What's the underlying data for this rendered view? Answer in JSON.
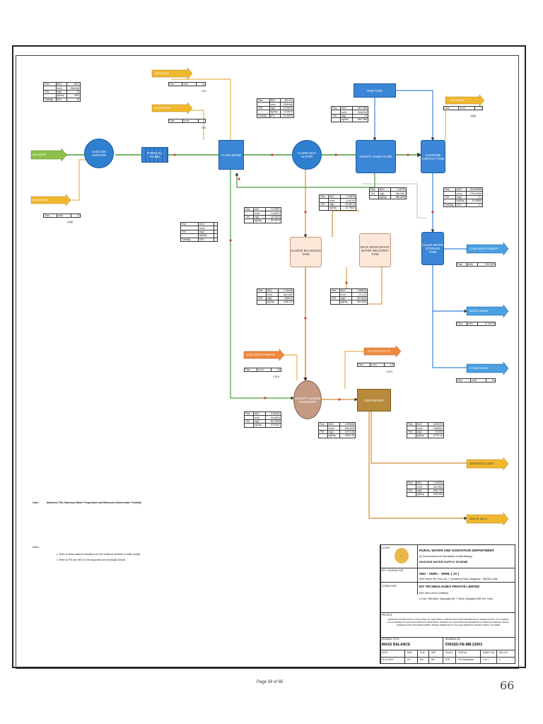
{
  "nodes": {
    "cascade_aerator": "CASCADE AERATOR",
    "parshall_flume": "PARSHALL FLUME",
    "flash_mixer": "FLASH MIXER",
    "clariflocculator": "CLARIFLOCC ULATOR",
    "gravity_sand_filter": "GRAVITY SAND FILTER",
    "chlorine_contact_tank": "CHLORINE CONTACT TANK",
    "clear_water_storage_tank": "CLEAR WATER STORAGE TANK",
    "sludge_balancing_tank": "SLUDGE BALANCING TANK",
    "back_wash_tank": "BACK WASH WASTE WATER RECOVERY TANK",
    "gravity_sludge_thickener": "GRAVITY SLUDGE THICKENER",
    "centrifuge": "CENTRIFUGE",
    "raw_tank": "RAW TANK"
  },
  "arrows": {
    "lime_dosing": "LIME DOSING",
    "alum_dosing_top": "ALUM DOSING",
    "raw_water": "RAW WATER",
    "alum_dosing_left": "ALUM DOSING",
    "cl2_dosing": "CL2 DOSING",
    "clear_water_transfer": "CLEAR WATER TRANSFER",
    "service_water": "SERVICE WATER",
    "potable_water": "POTABLE WATER",
    "clear_water_transfer_2": "CLEAR WATER TRANSFER",
    "poly_electrolyte": "POLY ELECTROLYTE",
    "dewatered_sludge": "DEWATERED SLUDGE",
    "near_by_nalla": "NEAR BY NALLA"
  },
  "tables": {
    "raw_in": [
      [
        "Flow",
        "MLD",
        "180.5"
      ],
      [
        "",
        "m³/hr",
        "7266.966"
      ],
      [
        "TSS",
        "mg/L",
        "10"
      ],
      [
        "",
        "kg/Day",
        "4000"
      ],
      [
        "Turbidity",
        "NTU",
        "40"
      ]
    ],
    "lime": [
      [
        "Flow",
        "m³/hr",
        "44"
      ]
    ],
    "lime_pct": "10%",
    "alum_top": [
      [
        "Flow",
        "m³/hr",
        "5"
      ]
    ],
    "alum_top_pct": "10%",
    "alum_left": [
      [
        "Flow",
        "m³/hr",
        "12"
      ]
    ],
    "alum_left_unit": "(mg/l)",
    "after_mixer": [
      [
        "Flow",
        "MLD",
        "184.781"
      ],
      [
        "",
        "m³/hr",
        "7698.868"
      ],
      [
        "TSS",
        "mg/L",
        "67.06076"
      ],
      [
        "",
        "kg/Day",
        "11136.46"
      ],
      [
        "Turbidity",
        "NTU",
        "41.06976"
      ]
    ],
    "after_clari": [
      [
        "Flow",
        "MLD",
        "182.7589"
      ],
      [
        "",
        "m³/hr",
        "7648.994"
      ],
      [
        "TSS",
        "mg/L",
        "10"
      ],
      [
        "",
        "kg/Day",
        "1857.688"
      ]
    ],
    "cl2": [
      [
        "Flow",
        "m³/hr",
        "7"
      ]
    ],
    "cl2_unit": "(mg/l)",
    "filter_back": [
      [
        "Flow",
        "MLD",
        "3.46792"
      ],
      [
        "TSS",
        "mg/L",
        "285.0087"
      ],
      [
        "",
        "kg/Day",
        "988.3699"
      ]
    ],
    "clear_out": [
      [
        "Flow",
        "MLD",
        "156.380838"
      ],
      [
        "",
        "m³/hr",
        "7195.02098"
      ],
      [
        "TSS",
        "mg/L",
        "0.1"
      ],
      [
        "",
        "kg/Day",
        "15.63808"
      ],
      [
        "Turbidity",
        "NTU",
        "0.1"
      ]
    ],
    "recycle_mid": [
      [
        "Flow",
        "MLD",
        "0.25676"
      ],
      [
        "",
        "m³/hr",
        "11.67023"
      ],
      [
        "TSS",
        "mg/L",
        "57.55772"
      ],
      [
        "",
        "kg/Day",
        "14.79302"
      ]
    ],
    "sludge_to_mixer": [
      [
        "Flow",
        "MLD",
        "0.279087"
      ],
      [
        "",
        "m³/hr",
        "11.60007"
      ],
      [
        "TSS",
        "mg/L",
        "142.5493"
      ],
      [
        "",
        "kg/Day",
        "39.73073"
      ]
    ],
    "empty_mid": [
      [
        "Flow",
        "MLD",
        ""
      ],
      [
        "",
        "m³/hr",
        ""
      ],
      [
        "TSS",
        "mg/L",
        ""
      ],
      [
        "",
        "kg/Day",
        ""
      ],
      [
        "Turbidity",
        "NTU",
        ""
      ]
    ],
    "clear_transfer": [
      [
        "Flow",
        "m³/hr",
        "7162.829"
      ]
    ],
    "service": [
      [
        "Flow",
        "m³/hr",
        "27.33179"
      ]
    ],
    "potable": [
      [
        "Flow",
        "m³/hr",
        "13"
      ]
    ],
    "bal_out": [
      [
        "Flow",
        "MLD",
        "1.441648"
      ],
      [
        "",
        "m³/hr",
        "284.1849"
      ],
      [
        "TSS",
        "mg/L",
        "4966.31"
      ],
      [
        "",
        "kg/Day",
        "1498.119"
      ]
    ],
    "bw_out": [
      [
        "Flow",
        "MLD",
        "3.186818"
      ],
      [
        "",
        "m³/hr",
        "172.412"
      ],
      [
        "TSS",
        "mg/L",
        "293.4815"
      ],
      [
        "",
        "kg/Day",
        "933.2816"
      ]
    ],
    "cw_transfer2": [
      [
        "Flow",
        "m³/hr",
        "1.8"
      ]
    ],
    "cw_transfer2_pct": "0.20%",
    "poly": [
      [
        "Flow",
        "m³/hr",
        "1.8"
      ]
    ],
    "poly_pct": "0.20%",
    "thick_in": [
      [
        "Flow",
        "MLD",
        "3.154262"
      ],
      [
        "",
        "m³/hr",
        "92.66304"
      ],
      [
        "TSS",
        "mg/L",
        "501.0334"
      ],
      [
        "",
        "kg/Day",
        "1076.567"
      ]
    ],
    "thick_out": [
      [
        "Flow",
        "MLD",
        "1.396368"
      ],
      [
        "",
        "m³/hr",
        "186.3002"
      ],
      [
        "TSS",
        "mg/L",
        "10073.26"
      ],
      [
        "",
        "kg/Day",
        "13900.18"
      ]
    ],
    "sludge_cake": [
      [
        "Flow",
        "MLD",
        "0.000078"
      ],
      [
        "",
        "m³/hr",
        "2.848002"
      ],
      [
        "TSS",
        "mg/L",
        "204736"
      ],
      [
        "",
        "kg/Day",
        "11707.16"
      ]
    ],
    "nalla": [
      [
        "Flow",
        "MLD",
        "1.344263"
      ],
      [
        "",
        "m³/hr",
        "183.9305"
      ],
      [
        "TSS",
        "mg/L",
        "1061.716"
      ],
      [
        "",
        "kg/Day",
        "1900.928"
      ]
    ]
  },
  "case": {
    "label": "Case :",
    "text": "Maximum TSS, Maximum Water Temperature and Maximum Influent water Turbidity"
  },
  "notes": {
    "title": "Notes:",
    "items": [
      "1. Refer to Mass balance calculation for the minimum condition of water quality",
      "2. Refer to PID and HFD for the equipment and Hydraulic Details."
    ]
  },
  "title_block": {
    "client_label": "CLIENT:",
    "client_1": "RURAL WATER AND SANITATION DEPARTMENT",
    "client_2": "(A Government of Karnataka Undertaking)",
    "client_3": "RAICHUR WATER SUPPLY SCHEME",
    "epc_label": "EPC CONTRACTOR",
    "epc_1": "SNC - VEIPL - SPML ( JV )",
    "epc_2": "SNC House' 4th Floor, No. 7, Residency Road, Bangalore - 560025, India.",
    "consultant_label": "CONSULTANT",
    "cons_1": "EIT TECHNOLOGIES PRIVATE LIMITED",
    "cons_2": "[ISO 9001:2015 Certified]",
    "cons_3": "# 1140, 26th Main, Jayanagar 4th 'T' Block, Bangalore-560 041, India.",
    "project_label": "PROJECT:",
    "project_text": "DRINKING WATER SUPPLY FACILITIES TO 1448 RURAL HABITATIONS AND TREATED BULK WATER SUPPLY TO 7 URBAN LOCAL BODIES IN RAICHUR DISTRICT FROM BACK WATERS OF NARAYANPURA RESERVOIR THROUGH DESIGN, BUILD, OPERATE AND TRANSFER (DBOT) MODE UNDER MULTI VILLAGE DRINKING WATER SUPPLY SCHEME",
    "drawing_title_label": "DRAWING TITLE",
    "drawing_title": "MASS BALANCE",
    "drawing_no_label": "DRAWING NO",
    "drawing_no": "DWSSD-PE-MB-22003",
    "date_label": "DATE",
    "date": "20-12-2022",
    "dsn_label": "DSN",
    "dsn": "LN",
    "chk_label": "CHK",
    "chk": "NG",
    "app_label": "APP",
    "app": "NN",
    "scale_label": "SCALE",
    "scale": "NTS",
    "status_label": "STATUS",
    "status": "For Submission",
    "sheet_label": "SHEET NO",
    "sheet": "1 of 1",
    "rev_label": "REV NO",
    "rev": "0"
  },
  "footer": {
    "page": "Page 59 of 65",
    "handwritten": "66"
  }
}
